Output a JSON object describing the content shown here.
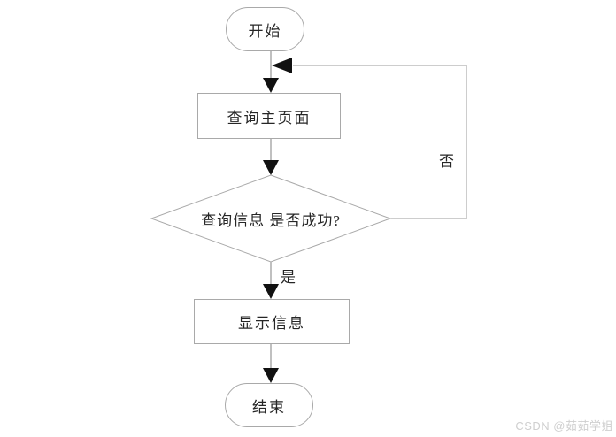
{
  "diagram": {
    "type": "flowchart",
    "nodes": {
      "start": {
        "label": "开始",
        "shape": "terminator"
      },
      "query_main_page": {
        "label": "查询主页面",
        "shape": "process"
      },
      "decision": {
        "label": "查询信息 是否成功?",
        "shape": "decision"
      },
      "display_info": {
        "label": "显示信息",
        "shape": "process"
      },
      "end": {
        "label": "结束",
        "shape": "terminator"
      }
    },
    "edge_labels": {
      "yes": "是",
      "no": "否"
    },
    "colors": {
      "background": "#ffffff",
      "shape_border": "#a9a9a9",
      "connector_line": "#808080",
      "arrowhead": "#111111",
      "text": "#262626",
      "watermark": "#cfcfcf"
    }
  },
  "watermark": {
    "text": "CSDN @茹茹学姐"
  }
}
